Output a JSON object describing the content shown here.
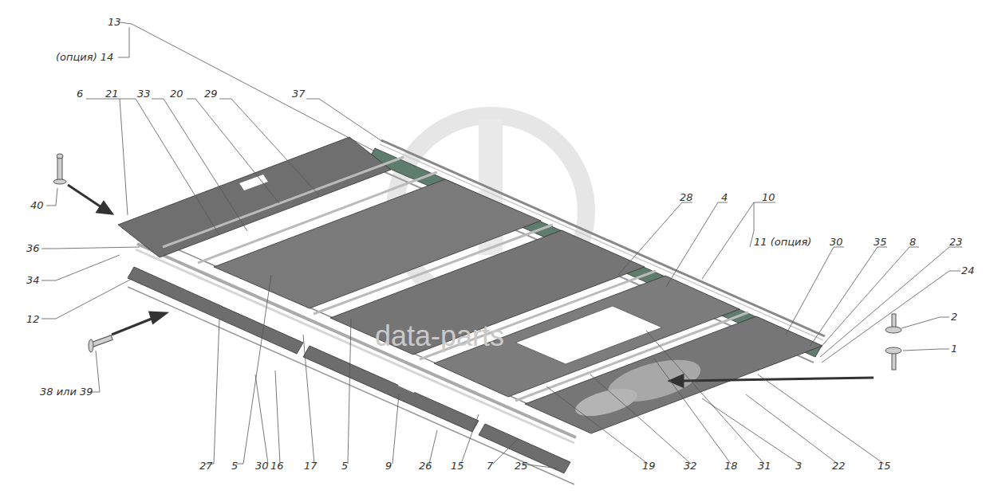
{
  "diagram": {
    "labels": [
      "13",
      "(опция) 14",
      "6",
      "21",
      "33",
      "20",
      "29",
      "37",
      "28",
      "4",
      "10",
      "11 (опция)",
      "30",
      "35",
      "8",
      "23",
      "24",
      "40",
      "36",
      "34",
      "12",
      "2",
      "1",
      "38 или 39",
      "27",
      "5",
      "30",
      "16",
      "17",
      "5",
      "9",
      "26",
      "15",
      "7",
      "25",
      "19",
      "32",
      "18",
      "31",
      "3",
      "22",
      "15",
      "data-parts"
    ]
  }
}
